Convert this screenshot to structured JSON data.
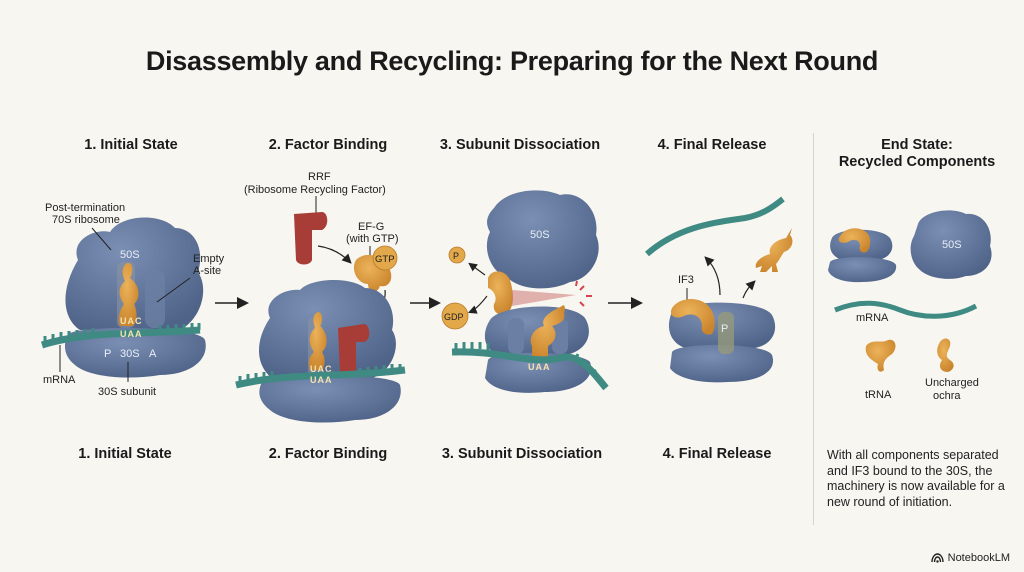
{
  "title": "Disassembly and Recycling: Preparing for the Next Round",
  "steps": [
    {
      "heading": "1. Initial State",
      "footer": "1. Initial State"
    },
    {
      "heading": "2. Factor Binding",
      "footer": "2. Factor Binding"
    },
    {
      "heading": "3. Subunit Dissociation",
      "footer": "3. Subunit Dissociation"
    },
    {
      "heading": "4. Final Release",
      "footer": "4. Final Release"
    }
  ],
  "step1": {
    "ribosome_label_line1": "Post-termination",
    "ribosome_label_line2": "70S ribosome",
    "large_subunit": "50S",
    "empty_site_line1": "Empty",
    "empty_site_line2": "A-site",
    "anticodon": "UAC",
    "codon": "UAA",
    "p_site": "P",
    "small_subunit": "30S",
    "a_site": "A",
    "mrna_label": "mRNA",
    "small_subunit_label": "30S subunit"
  },
  "step2": {
    "rrf_line1": "RRF",
    "rrf_line2": "(Ribosome Recycling Factor)",
    "efg_line1": "EF-G",
    "efg_line2": "(with GTP)",
    "gtp": "GTP",
    "anticodon": "UAC",
    "codon": "UAA"
  },
  "step3": {
    "large_subunit": "50S",
    "phosphate": "P",
    "gdp": "GDP",
    "codon": "UAA"
  },
  "step4": {
    "if3": "IF3",
    "p_site": "P"
  },
  "end_state": {
    "heading_line1": "End State:",
    "heading_line2": "Recycled Components",
    "large_subunit": "50S",
    "mrna_label": "mRNA",
    "trna_label": "tRNA",
    "uncharged_line1": "Uncharged",
    "uncharged_line2": "ochra",
    "summary": "With all components separated and IF3 bound to the 30S, the machinery is now available for a new round of initiation."
  },
  "brand": {
    "name": "NotebookLM",
    "icon": "notebooklm-logo-icon"
  },
  "colors": {
    "background": "#f8f6f1",
    "ribosome": "#5e7399",
    "ribosome_light": "#7387ab",
    "trna": "#d99a3e",
    "rrf": "#a83c36",
    "mrna": "#3f8b84",
    "text": "#1a1a1a"
  }
}
